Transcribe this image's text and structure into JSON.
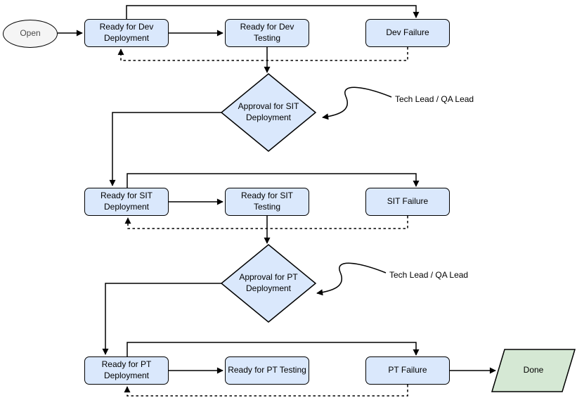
{
  "diagram": {
    "type": "flowchart",
    "colors": {
      "process_fill": "#dae8fc",
      "decision_fill": "#dae8fc",
      "terminator_start_fill": "#f5f5f5",
      "terminator_done_fill": "#d5e8d4",
      "stroke": "#000000",
      "background": "#ffffff"
    },
    "nodes": {
      "open": {
        "label": "Open",
        "shape": "ellipse"
      },
      "ready_dev_deployment": {
        "label": "Ready for Dev\nDeployment",
        "shape": "rounded-rect"
      },
      "ready_dev_testing": {
        "label": "Ready for Dev\nTesting",
        "shape": "rounded-rect"
      },
      "dev_failure": {
        "label": "Dev Failure",
        "shape": "rounded-rect"
      },
      "approval_sit": {
        "label": "Approval for SIT\nDeployment",
        "shape": "diamond"
      },
      "ready_sit_deployment": {
        "label": "Ready for SIT\nDeployment",
        "shape": "rounded-rect"
      },
      "ready_sit_testing": {
        "label": "Ready for SIT Testing",
        "shape": "rounded-rect"
      },
      "sit_failure": {
        "label": "SIT Failure",
        "shape": "rounded-rect"
      },
      "approval_pt": {
        "label": "Approval for PT\nDeployment",
        "shape": "diamond"
      },
      "ready_pt_deployment": {
        "label": "Ready for PT\nDeployment",
        "shape": "rounded-rect"
      },
      "ready_pt_testing": {
        "label": "Ready for PT Testing",
        "shape": "rounded-rect"
      },
      "pt_failure": {
        "label": "PT Failure",
        "shape": "rounded-rect"
      },
      "done": {
        "label": "Done",
        "shape": "parallelogram"
      }
    },
    "annotations": {
      "sit_approver": {
        "label": "Tech Lead / QA Lead"
      },
      "pt_approver": {
        "label": "Tech Lead / QA Lead"
      }
    },
    "edges": [
      {
        "from": "open",
        "to": "ready_dev_deployment",
        "style": "solid"
      },
      {
        "from": "ready_dev_deployment",
        "to": "ready_dev_testing",
        "style": "solid"
      },
      {
        "from": "ready_dev_deployment",
        "to": "dev_failure",
        "style": "solid"
      },
      {
        "from": "dev_failure",
        "to": "ready_dev_deployment",
        "style": "dashed"
      },
      {
        "from": "ready_dev_testing",
        "to": "approval_sit",
        "style": "solid"
      },
      {
        "from": "approval_sit",
        "to": "ready_sit_deployment",
        "style": "solid"
      },
      {
        "from": "ready_sit_deployment",
        "to": "ready_sit_testing",
        "style": "solid"
      },
      {
        "from": "ready_sit_deployment",
        "to": "sit_failure",
        "style": "solid"
      },
      {
        "from": "sit_failure",
        "to": "ready_sit_deployment",
        "style": "dashed"
      },
      {
        "from": "ready_sit_testing",
        "to": "approval_pt",
        "style": "solid"
      },
      {
        "from": "approval_pt",
        "to": "ready_pt_deployment",
        "style": "solid"
      },
      {
        "from": "ready_pt_deployment",
        "to": "ready_pt_testing",
        "style": "solid"
      },
      {
        "from": "ready_pt_deployment",
        "to": "pt_failure",
        "style": "solid"
      },
      {
        "from": "pt_failure",
        "to": "ready_pt_deployment",
        "style": "dashed"
      },
      {
        "from": "pt_failure",
        "to": "done",
        "style": "solid"
      },
      {
        "from": "sit_approver",
        "to": "approval_sit",
        "style": "curved-annotation"
      },
      {
        "from": "pt_approver",
        "to": "approval_pt",
        "style": "curved-annotation"
      }
    ]
  }
}
